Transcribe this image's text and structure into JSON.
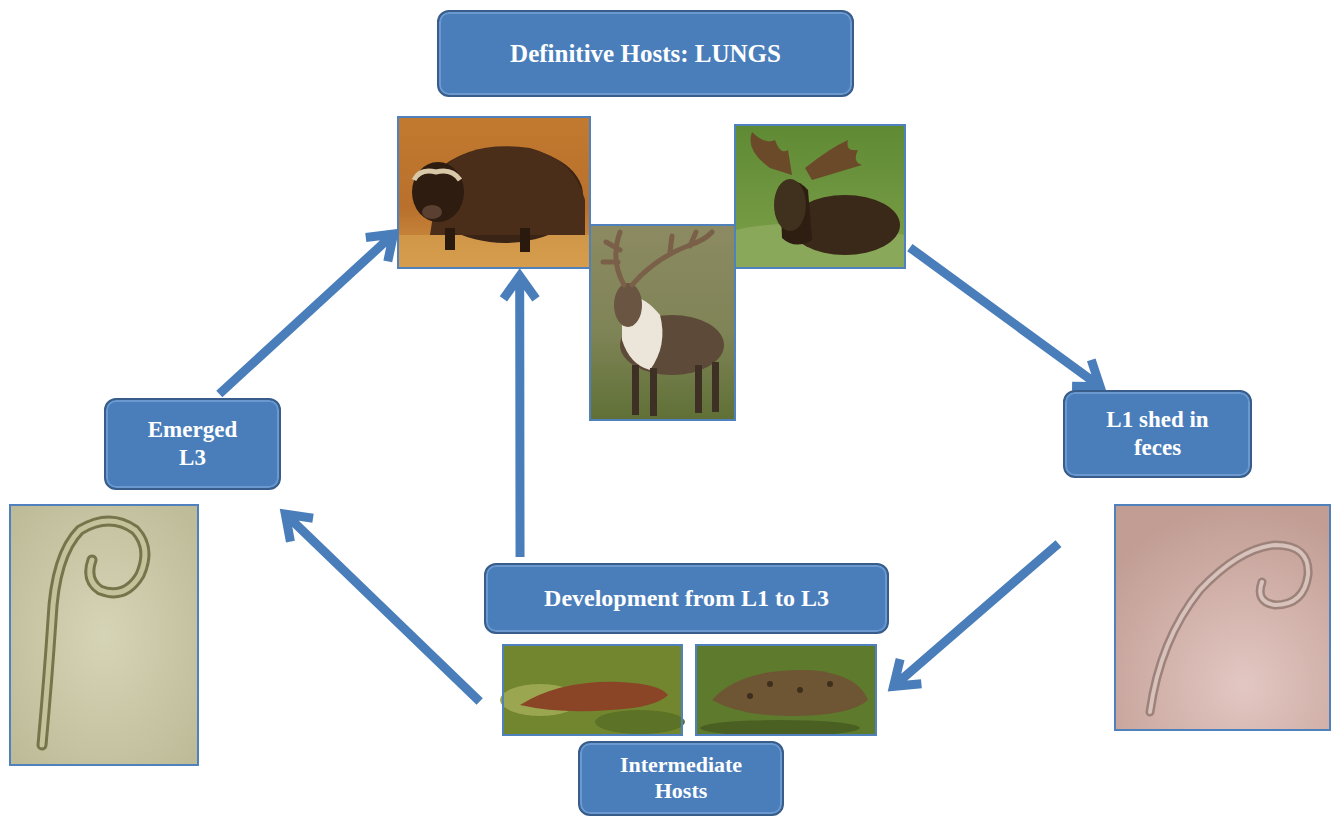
{
  "diagram": {
    "nodes": [
      {
        "text": [
          "Definitive Hosts: LUNGS"
        ]
      },
      {
        "text": [
          "L1 shed in feces"
        ]
      },
      {
        "text": [
          "Development from L1 to L3"
        ]
      },
      {
        "text": [
          "Intermediate Hosts"
        ]
      },
      {
        "text": [
          "Emerged L3"
        ]
      }
    ],
    "edges": [
      {
        "from": 0,
        "to": 1,
        "arrow": "to"
      },
      {
        "from": 1,
        "to": 2,
        "arrow": "to"
      },
      {
        "from": 2,
        "to": 4,
        "arrow": "to"
      },
      {
        "from": 4,
        "to": 0,
        "arrow": "to"
      },
      {
        "from": 2,
        "to": 0,
        "arrow": "to"
      }
    ]
  }
}
